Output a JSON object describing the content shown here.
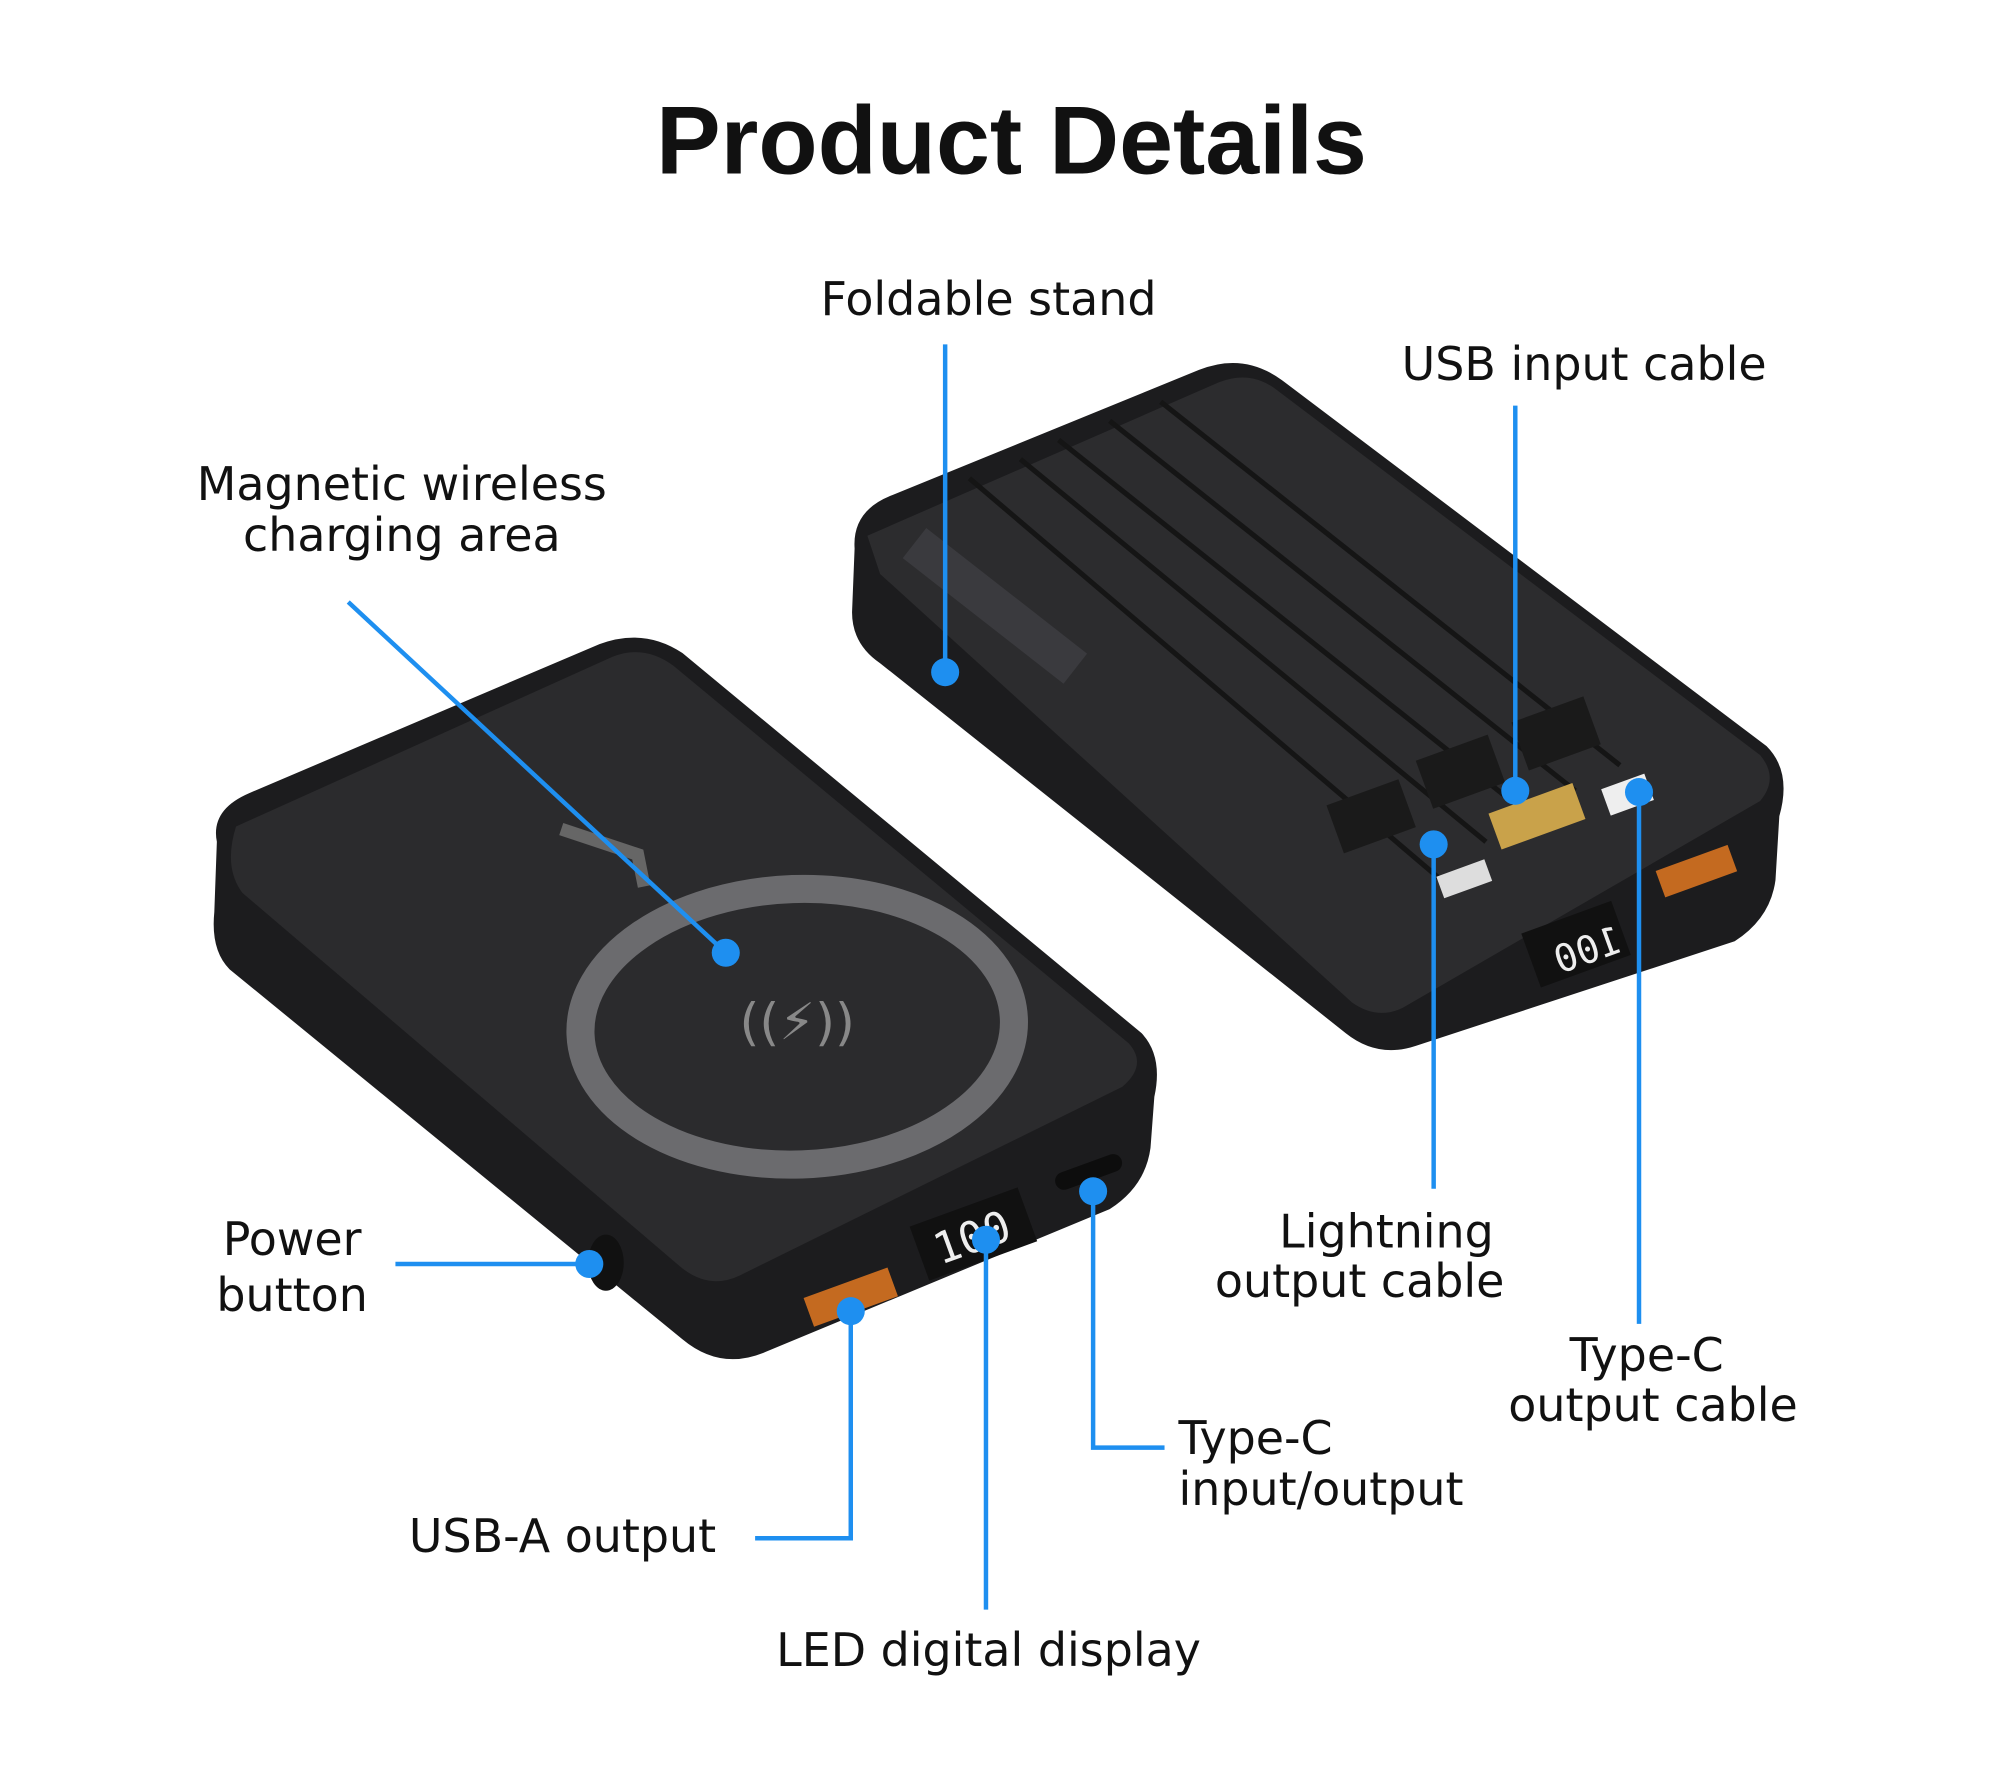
{
  "title": "Product Details",
  "colors": {
    "accent": "#1e8ff0",
    "device": "#2a2a2c"
  },
  "left_device": {
    "display_reading": "100"
  },
  "right_device": {
    "display_reading": "100"
  },
  "labels": {
    "foldable_stand": "Foldable stand",
    "usb_input_cable": "USB input cable",
    "magnetic_line1": "Magnetic wireless",
    "magnetic_line2": "charging area",
    "power_line1": "Power",
    "power_line2": "button",
    "usb_a_output": "USB-A output",
    "led_display": "LED digital display",
    "typec_io_line1": "Type-C",
    "typec_io_line2": "input/output",
    "lightning_line1": "Lightning",
    "lightning_line2": "output cable",
    "typec_out_line1": "Type-C",
    "typec_out_line2": "output cable"
  }
}
